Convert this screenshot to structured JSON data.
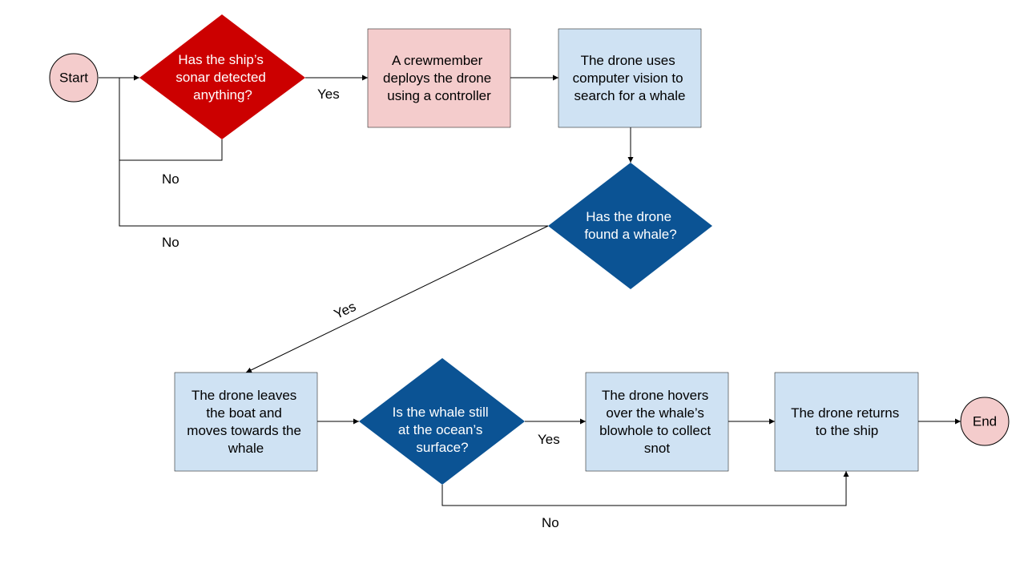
{
  "colors": {
    "terminal_fill": "#f4cccc",
    "terminal_stroke": "#000000",
    "red_decision_fill": "#cc0000",
    "red_process_fill": "#f4cccc",
    "blue_process_fill": "#cfe2f3",
    "blue_decision_fill": "#0b5394",
    "dark_text": "#000000",
    "light_text": "#ffffff"
  },
  "nodes": {
    "start": {
      "label": "Start"
    },
    "sonar_decision": {
      "lines": [
        "Has the ship’s",
        "sonar detected",
        "anything?"
      ]
    },
    "deploy_drone": {
      "lines": [
        "A crewmember",
        "deploys the drone",
        "using a controller"
      ]
    },
    "search_whale": {
      "lines": [
        "The drone uses",
        "computer vision to",
        "search for a whale"
      ]
    },
    "found_whale_decision": {
      "lines": [
        "Has the drone",
        "found a whale?"
      ]
    },
    "leave_boat": {
      "lines": [
        "The drone leaves",
        "the boat and",
        "moves towards the",
        "whale"
      ]
    },
    "whale_surface_decision": {
      "lines": [
        "Is the whale still",
        "at the ocean’s",
        "surface?"
      ]
    },
    "hover_blowhole": {
      "lines": [
        "The drone hovers",
        "over the whale’s",
        "blowhole to collect",
        "snot"
      ]
    },
    "return_ship": {
      "lines": [
        "The drone returns",
        "to the ship"
      ]
    },
    "end": {
      "label": "End"
    }
  },
  "edge_labels": {
    "sonar_yes": "Yes",
    "sonar_no": "No",
    "found_no": "No",
    "found_yes": "Yes",
    "surface_yes": "Yes",
    "surface_no": "No"
  }
}
